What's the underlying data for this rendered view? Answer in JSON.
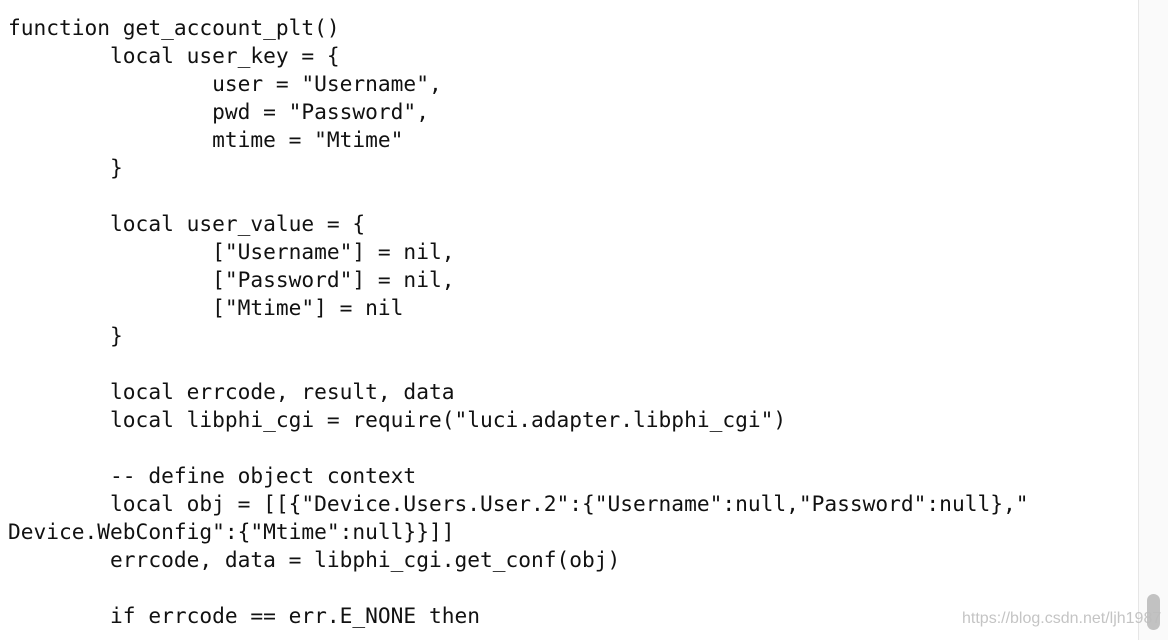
{
  "code_lines": [
    "function get_account_plt()",
    "        local user_key = {",
    "                user = \"Username\",",
    "                pwd = \"Password\",",
    "                mtime = \"Mtime\"",
    "        }",
    "",
    "        local user_value = {",
    "                [\"Username\"] = nil,",
    "                [\"Password\"] = nil,",
    "                [\"Mtime\"] = nil",
    "        }",
    "",
    "        local errcode, result, data",
    "        local libphi_cgi = require(\"luci.adapter.libphi_cgi\")",
    "",
    "        -- define object context",
    "        local obj = [[{\"Device.Users.User.2\":{\"Username\":null,\"Password\":null},\"",
    "Device.WebConfig\":{\"Mtime\":null}}]]",
    "        errcode, data = libphi_cgi.get_conf(obj)",
    "",
    "        if errcode == err.E_NONE then"
  ],
  "watermark": "https://blog.csdn.net/ljh1987"
}
